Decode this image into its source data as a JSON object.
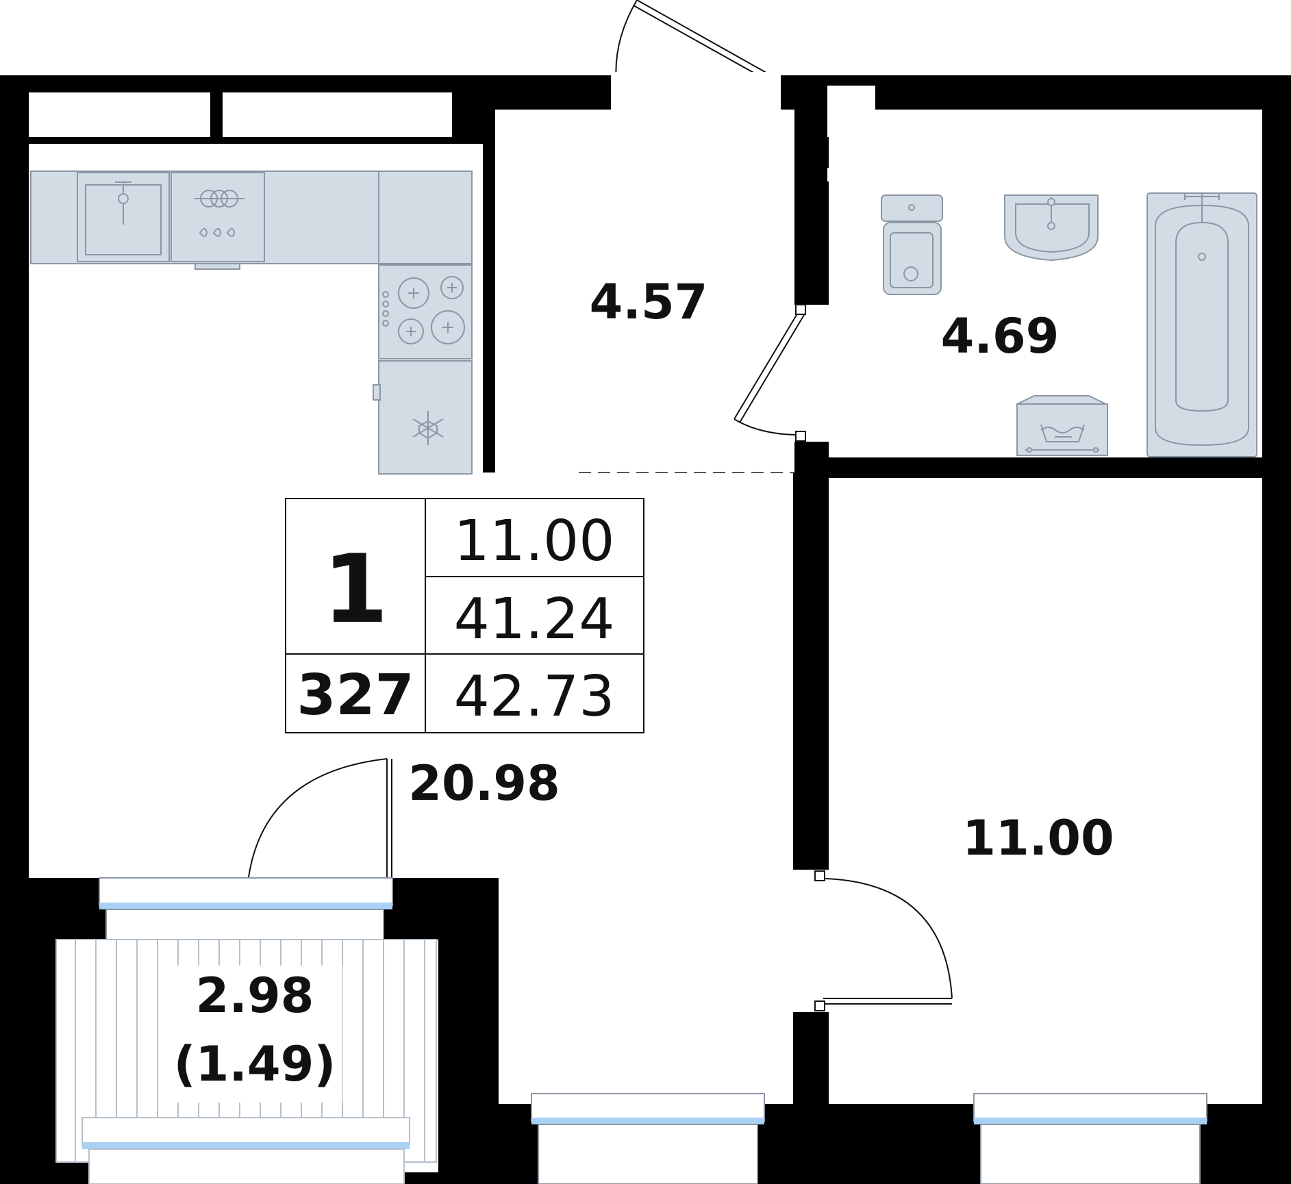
{
  "colors": {
    "wall": "#000000",
    "floor": "#ffffff",
    "fixture_fill": "#d3dce5",
    "fixture_stroke": "#8b97a4",
    "glazing": "#a9d1f5",
    "line": "#111111"
  },
  "rooms": {
    "hallway_area": "4.57",
    "bathroom_area": "4.69",
    "kitchen_living_area": "20.98",
    "bedroom_area": "11.00",
    "balcony_area": "2.98",
    "balcony_reduced_area": "(1.49)"
  },
  "summary": {
    "rooms_count": "1",
    "apartment_number": "327",
    "living_area": "11.00",
    "total_area": "41.24",
    "total_with_balcony": "42.73"
  },
  "icons": {
    "sink": "sink-icon",
    "dishwasher": "dishwasher-icon",
    "stove": "stove-icon",
    "fridge": "snowflake-icon",
    "toilet": "toilet-icon",
    "washbasin": "washbasin-icon",
    "bathtub": "bathtub-icon",
    "washer": "washing-machine-icon"
  }
}
